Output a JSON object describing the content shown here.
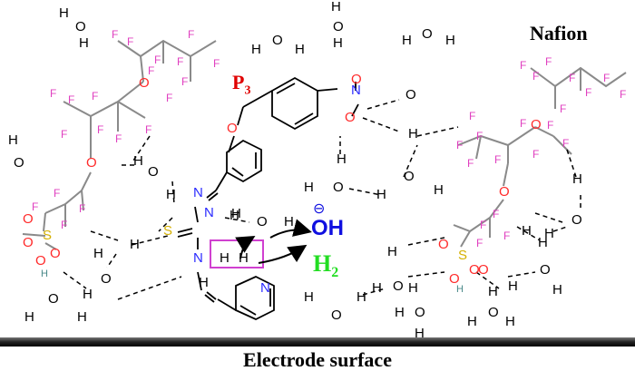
{
  "labels": {
    "nafion": "Nafion",
    "p3": "P",
    "p3_sub": "3",
    "hydroxide": "OH",
    "hydroxide_charge": "⊖",
    "hydrogen": "H",
    "hydrogen_sub": "2",
    "electrode": "Electrode surface"
  },
  "atoms": {
    "F": "F",
    "O": "O",
    "S": "S",
    "H": "H",
    "N": "N",
    "Hsmall": "H"
  },
  "colors": {
    "fluorine": "#e040c0",
    "oxygen": "#ff2a2a",
    "sulfur": "#d4b000",
    "nitrogen": "#2a2aff",
    "backbone": "#8a8a8a",
    "p3_label": "#e00000",
    "hydroxide": "#1010e0",
    "hydrogen_gas": "#22dd22",
    "highlight_box": "#d040d0",
    "electrode": "#222222"
  }
}
